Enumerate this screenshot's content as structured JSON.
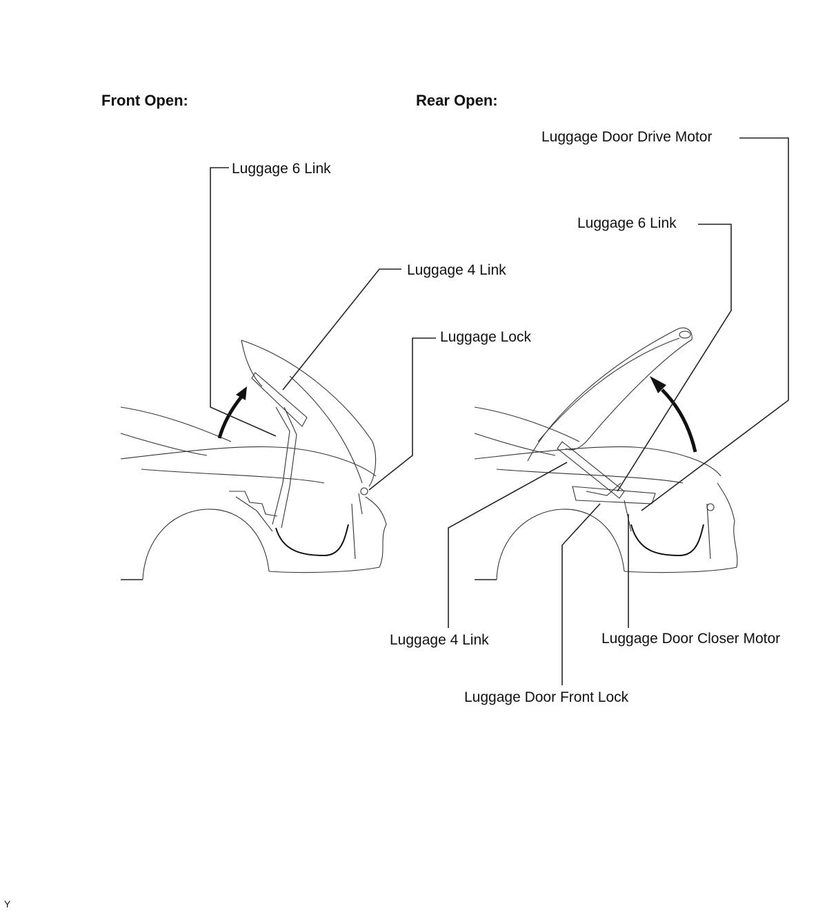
{
  "panels": {
    "front": {
      "title": "Front Open:",
      "labels": {
        "link6": "Luggage 6 Link",
        "link4": "Luggage 4 Link",
        "lock": "Luggage Lock"
      }
    },
    "rear": {
      "title": "Rear Open:",
      "labels": {
        "drive_motor": "Luggage Door Drive Motor",
        "link6": "Luggage 6 Link",
        "link4": "Luggage 4 Link",
        "closer_motor": "Luggage Door Closer Motor",
        "front_lock": "Luggage Door Front Lock"
      }
    }
  },
  "corner_mark": "Y"
}
